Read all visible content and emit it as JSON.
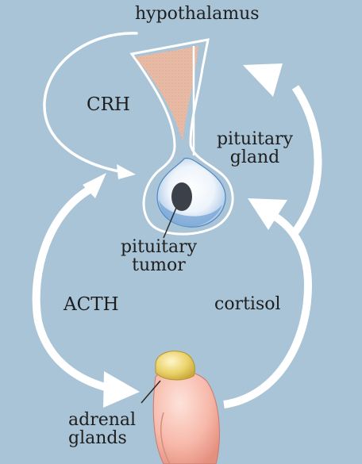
{
  "labels": {
    "hypothalamus": "hypothalamus",
    "crh": "CRH",
    "pituitary_gland_1": "pituitary",
    "pituitary_gland_2": "gland",
    "pituitary_tumor_1": "pituitary",
    "pituitary_tumor_2": "tumor",
    "acth": "ACTH",
    "cortisol": "cortisol",
    "adrenal_glands_1": "adrenal",
    "adrenal_glands_2": "glands"
  },
  "colors": {
    "background": "#a9c4d6",
    "arrow": "#ffffff",
    "hypothalamus_tissue": "#e8bca6",
    "tumor": "#3c4048",
    "pituitary_blue": "#4f86c4",
    "adrenal_body": "#f5b5a6",
    "adrenal_cap": "#e3c757"
  }
}
